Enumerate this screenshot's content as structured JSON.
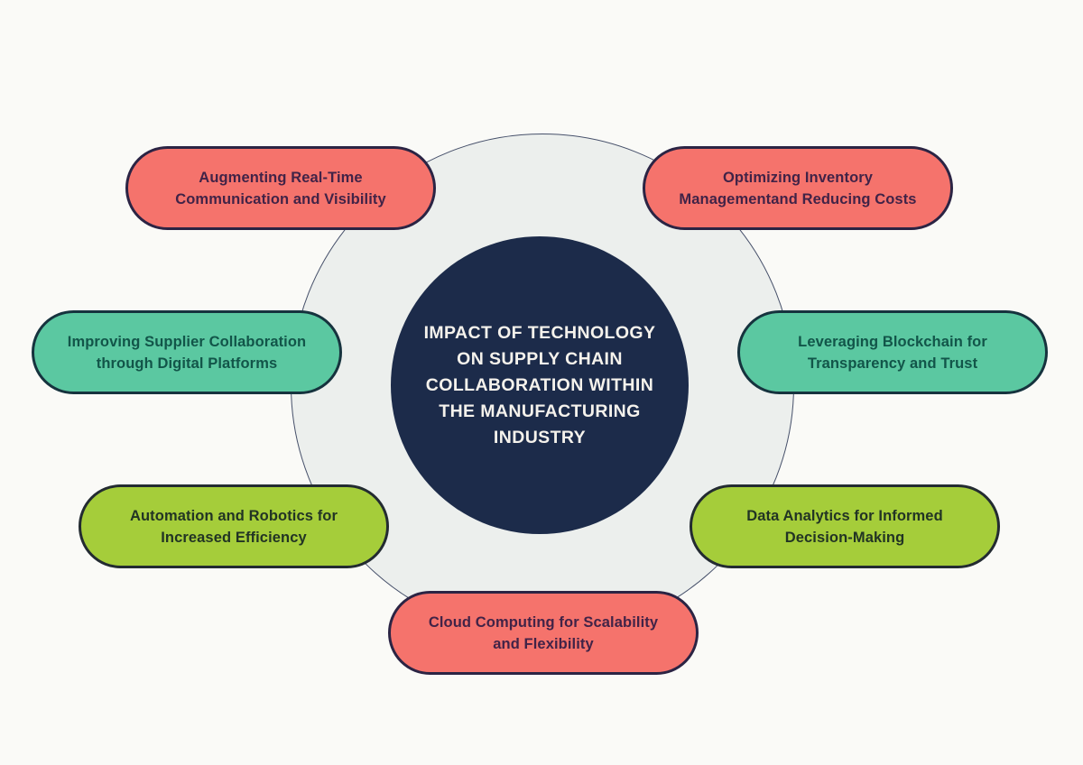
{
  "title": {
    "label": "IMPACT OF TECHNOLOGY ON SUPPLY CHAIN COLLABORATION WITHIN THE MANUFACTURING INDUSTRY",
    "lines": [
      "IMPACT OF TECHNOLOGY",
      "ON SUPPLY CHAIN",
      "COLLABORATION WITHIN",
      "THE MANUFACTURING",
      "INDUSTRY"
    ]
  },
  "nodes": [
    {
      "id": "augmenting-real-time-communication",
      "color": "salmon",
      "position": "top-left",
      "label": "Augmenting Real-Time Communication and Visibility",
      "lines": [
        "Augmenting Real-Time",
        "Communication and Visibility"
      ]
    },
    {
      "id": "optimizing-inventory-management",
      "color": "salmon",
      "position": "top-right",
      "label": "Optimizing Inventory Managementand Reducing Costs",
      "lines": [
        "Optimizing Inventory",
        "Managementand Reducing Costs"
      ]
    },
    {
      "id": "improving-supplier-collaboration",
      "color": "teal",
      "position": "middle-left",
      "label": "Improving Supplier Collaboration through Digital Platforms",
      "lines": [
        "Improving Supplier Collaboration",
        "through Digital Platforms"
      ]
    },
    {
      "id": "leveraging-blockchain",
      "color": "teal",
      "position": "middle-right",
      "label": "Leveraging Blockchain for Transparency and Trust",
      "lines": [
        "Leveraging Blockchain for",
        "Transparency and Trust"
      ]
    },
    {
      "id": "automation-and-robotics",
      "color": "lime",
      "position": "bottom-left",
      "label": "Automation and Robotics for Increased Efficiency",
      "lines": [
        "Automation and Robotics for",
        "Increased Efficiency"
      ]
    },
    {
      "id": "data-analytics",
      "color": "lime",
      "position": "bottom-right",
      "label": "Data Analytics for Informed Decision-Making",
      "lines": [
        "Data Analytics for Informed",
        "Decision-Making"
      ]
    },
    {
      "id": "cloud-computing",
      "color": "salmon",
      "position": "bottom-center",
      "label": "Cloud Computing for Scalability and Flexibility",
      "lines": [
        "Cloud Computing for Scalability",
        "and Flexibility"
      ]
    }
  ],
  "colors": {
    "page_background": "#FAFAF7",
    "outer_circle_fill": "#ECEFED",
    "outer_circle_border": "#46506A",
    "center_fill": "#1C2B4A",
    "center_text": "#F5F2EC",
    "palettes": {
      "salmon": {
        "fill": "#F5736C",
        "border": "#2B2444",
        "text": "#412347"
      },
      "teal": {
        "fill": "#5BC8A1",
        "border": "#16333E",
        "text": "#125549"
      },
      "lime": {
        "fill": "#A5CD3A",
        "border": "#232B31",
        "text": "#223424"
      }
    }
  }
}
